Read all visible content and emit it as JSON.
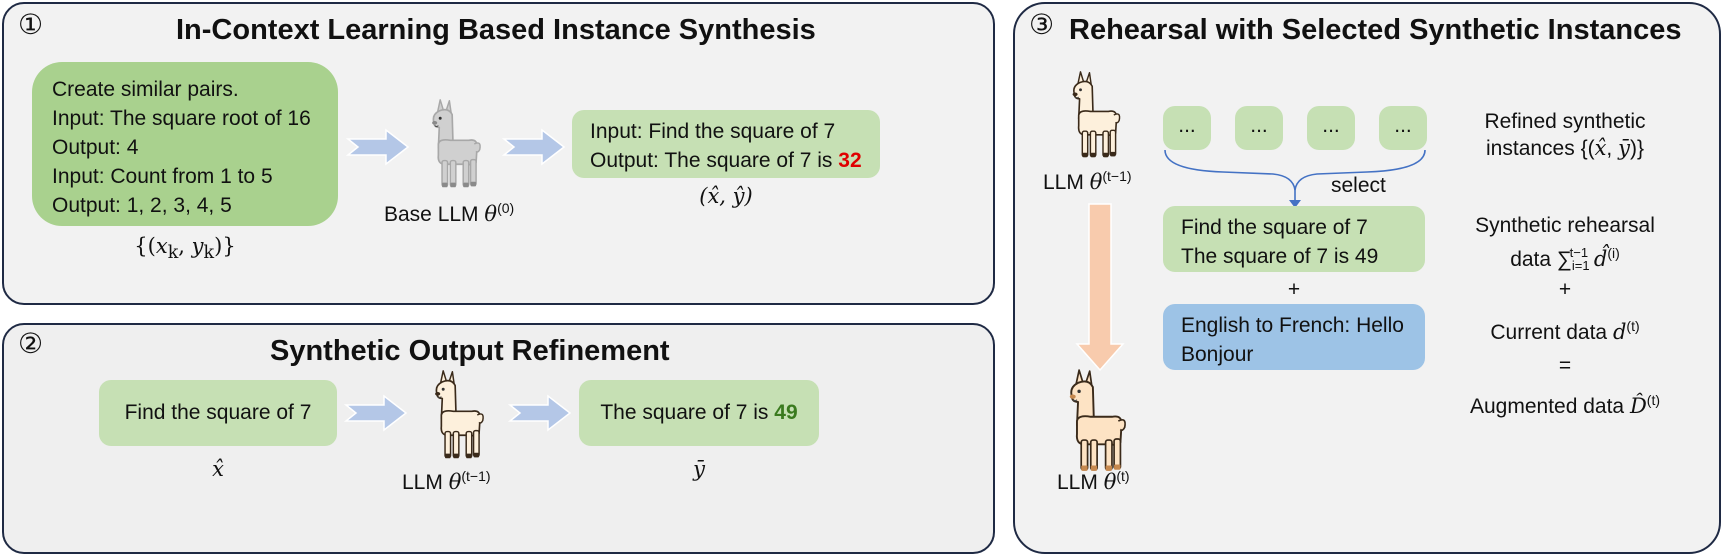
{
  "panel1": {
    "number": "①",
    "title": "In-Context Learning Based Instance Synthesis",
    "demo_lines": [
      "Create similar pairs.",
      "Input: The square root of 16",
      "Output: 4",
      "Input: Count from 1 to 5",
      "Output: 1, 2, 3, 4, 5"
    ],
    "demo_label": "{(x_k, y_k)}",
    "llm_label_text": "Base LLM",
    "llm_label_math": "θ^(0)",
    "output_line1": "Input: Find the square of 7",
    "output_line2_prefix": "Output: The square of 7 is ",
    "output_line2_value": "32",
    "output_label": "(x̂, ŷ)"
  },
  "panel2": {
    "number": "②",
    "title": "Synthetic Output Refinement",
    "input_box": "Find the square of 7",
    "input_label": "x̂",
    "llm_label_text": "LLM",
    "llm_label_math": "θ^(t−1)",
    "output_prefix": "The square of 7 is ",
    "output_value": "49",
    "output_label": "ȳ"
  },
  "panel3": {
    "number": "③",
    "title": "Rehearsal with Selected Synthetic Instances",
    "top_llm_text": "LLM",
    "top_llm_math": "θ^(t−1)",
    "bottom_llm_text": "LLM",
    "bottom_llm_math": "θ^(t)",
    "instance_boxes": [
      "...",
      "...",
      "...",
      "..."
    ],
    "refined_label_line1": "Refined synthetic",
    "refined_label_line2": "instances {(x̂, ȳ)}",
    "select_label": "select",
    "rehearsal_box_line1": "Find the square of 7",
    "rehearsal_box_line2": "The square of 7 is 49",
    "plus1": "+",
    "current_box_line1": "English to French: Hello",
    "current_box_line2": "Bonjour",
    "synthetic_label_line1": "Synthetic rehearsal",
    "synthetic_label_line2": "data ∑ d̂",
    "plus2": "+",
    "current_label": "Current data d",
    "equals": "=",
    "augmented_label": "Augmented data D̂"
  },
  "colors": {
    "panel_bg": "#f2f2f2",
    "panel_border": "#1f2a44",
    "light_green": "#c6e0b4",
    "dark_green": "#a9d18e",
    "blue_box": "#9dc3e6",
    "arrow_blue": "#b4c7e7",
    "arrow_orange": "#f8cbad",
    "wrong_value": "#e00000",
    "correct_value": "#3a7a1e"
  },
  "icons": [
    "llama-gray-icon",
    "llama-cream-icon",
    "llama-orange-icon",
    "arrow-right-icon",
    "arrow-down-icon"
  ]
}
